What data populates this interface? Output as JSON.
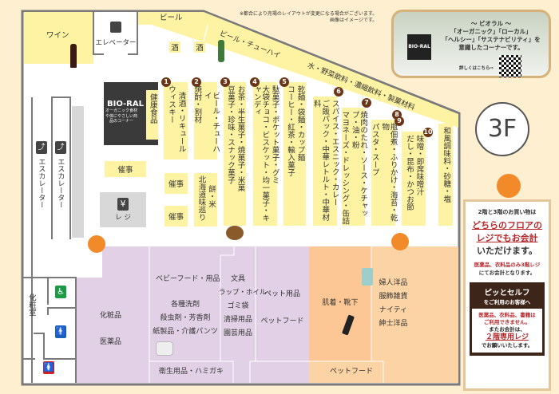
{
  "notice": [
    "※都合により売場のレイアウトが変更になる場合がございます。",
    "画像はイメージです。"
  ],
  "floor_label": "3F",
  "bioral_panel": {
    "title": "～ ビオラル ～",
    "line1": "「オーガニック」「ローカル」",
    "line2": "「ヘルシー」「サステナビリティ」を",
    "line3": "意識したコーナーです。",
    "details_link": "詳しくはこちら⇨",
    "logo_text": "BIO-RAL"
  },
  "zones": {
    "wine": "ワイン",
    "elevator": "エレベーター",
    "beer": "ビール",
    "beer_chuhai": "ビール・チューハイ",
    "drinks_band": "水・野菜飲料・濃縮飲料・製菓材料",
    "sake1": "酒",
    "sake2": "酒",
    "bioral_logo": "BIO-RAL",
    "bioral_sub": "オーガニック食材や体にやさしい商品のコーナー",
    "health": "健康食品",
    "event1": "催事",
    "event2": "催事",
    "event3": "催事",
    "hokkaido": [
      "餅・米",
      "北海道味巡り"
    ],
    "register": "レ ジ",
    "escalator1": "エスカレーター",
    "escalator2": "エスカレーター",
    "restroom": "化粧室"
  },
  "shelves": [
    {
      "num": "1",
      "cols": [
        "清酒・リキュール",
        "ウィスキー"
      ]
    },
    {
      "num": "2",
      "cols": [
        "ビール・チューハイ",
        "焼酎・割材"
      ]
    },
    {
      "num": "3",
      "cols": [
        "お茶・半生菓子・焼菓子・米菓",
        "豆菓子・珍味・スナック菓子"
      ]
    },
    {
      "num": "4",
      "cols": [
        "駄菓子・ポケット菓子・グミ",
        "大袋チョコ・ビスケット・均一菓子・キャンディ"
      ]
    },
    {
      "num": "5",
      "cols": [
        "乾麺・袋麺・カップ麺",
        "コーヒー・紅茶・輸入菓子"
      ]
    },
    {
      "num": "6",
      "cols": [
        "スパイス・エスニック・カレー",
        "ご飯パック・中華レトルト・中華材料"
      ]
    },
    {
      "num": "7",
      "cols": [
        "焼肉のたれ・ソース・ケチャップ・油・粉",
        "マヨネーズ・ドレッシング・缶詰"
      ]
    },
    {
      "num": "8",
      "cols": [
        "瓶佃煮・ふりかけ・海苔・乾物",
        "パスタ・スープ"
      ]
    },
    {
      "num": "9",
      "cols": [
        "味噌・即席味噌汁",
        "だし・昆布・かつお節"
      ]
    },
    {
      "num": "10",
      "cols": [
        "和風調味料・砂糖・塩"
      ]
    }
  ],
  "lower": {
    "cosmetics": "化粧品",
    "medicine": "医薬品",
    "baby": "ベビーフード・用品",
    "detergent": "各種洗剤",
    "insecticide": "殺虫剤・芳香剤",
    "paper": "紙製品・介護パンツ",
    "stationery": "文具",
    "wrap": "ラップ・ホイル",
    "trash": "ゴミ袋",
    "cleaning": "清掃用品",
    "garden": "園芸用品",
    "pet_goods": "ペット用品",
    "pet_food": "ペットフード",
    "underwear": "肌着・靴下",
    "apparel": [
      "婦人洋品",
      "服飾雑貨",
      "ナイティ",
      "紳士洋品"
    ],
    "hygiene": "衛生用品・ハミガキ",
    "pet_food2": "ペットフード"
  },
  "info": {
    "line1": "2階と3階のお買い物は",
    "line2": "どちらのフロアの",
    "line3": "レジでもお会計",
    "line4": "いただけます。",
    "note1": "医薬品、衣料品のみ3階レジ",
    "note2": "にてお会計となります。",
    "self_title": "ピッとセルフ",
    "self_sub": "をご利用のお客様へ",
    "self1": "医薬品、衣料品、書籍は",
    "self2": "ご利用できません。",
    "self3": "またお会計は、",
    "self4": "２階専用レジ",
    "self5": "でお願いいたします。"
  },
  "colors": {
    "bg": "#fdefcf",
    "shelf": "#fdf3a2",
    "purple": "#e2d1e6",
    "orange": "#fbd3a4",
    "brown": "#6b3517",
    "red": "#b5282c"
  }
}
